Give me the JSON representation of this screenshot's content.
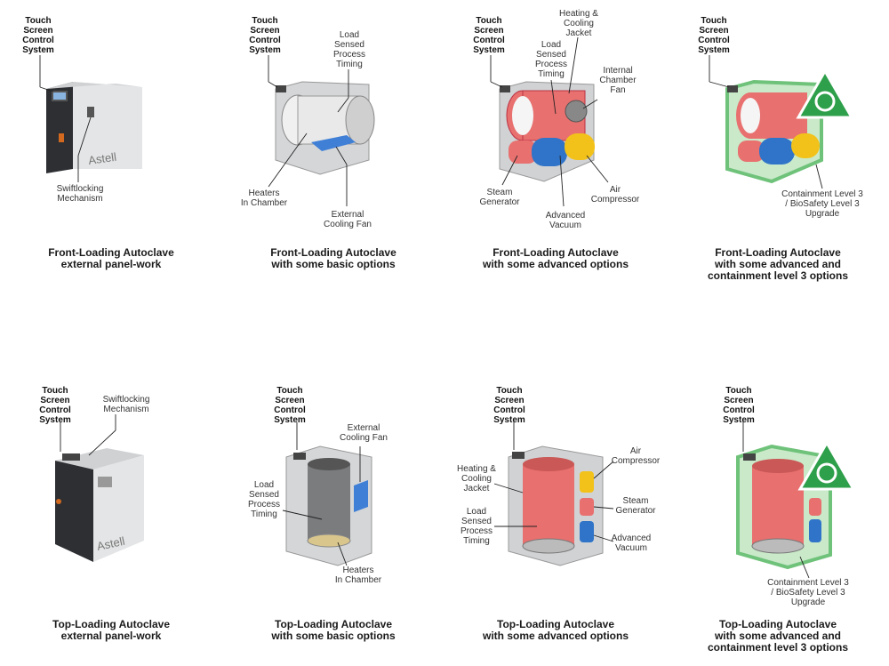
{
  "panels": [
    {
      "caption_line1": "Front-Loading Autoclave",
      "caption_line2": "external panel-work",
      "caption_line3": "",
      "labels": {
        "touch_screen": "Touch\nScreen\nControl\nSystem",
        "swiftlocking": "Swiftlocking\nMechanism"
      },
      "brand": "Astell"
    },
    {
      "caption_line1": "Front-Loading Autoclave",
      "caption_line2": "with some basic options",
      "caption_line3": "",
      "labels": {
        "touch_screen": "Touch\nScreen\nControl\nSystem",
        "load_sensed": "Load\nSensed\nProcess\nTiming",
        "heaters": "Heaters\nIn Chamber",
        "cooling_fan": "External\nCooling Fan"
      }
    },
    {
      "caption_line1": "Front-Loading Autoclave",
      "caption_line2": "with some advanced options",
      "caption_line3": "",
      "labels": {
        "touch_screen": "Touch\nScreen\nControl\nSystem",
        "jacket": "Heating &\nCooling\nJacket",
        "load_sensed": "Load\nSensed\nProcess\nTiming",
        "chamber_fan": "Internal\nChamber\nFan",
        "steam": "Steam\nGenerator",
        "vacuum": "Advanced\nVacuum",
        "air": "Air\nCompressor"
      }
    },
    {
      "caption_line1": "Front-Loading Autoclave",
      "caption_line2": "with some advanced and",
      "caption_line3": "containment level 3 options",
      "labels": {
        "touch_screen": "Touch\nScreen\nControl\nSystem",
        "containment": "Containment Level 3\n/ BioSafety Level 3\nUpgrade"
      }
    },
    {
      "caption_line1": "Top-Loading Autoclave",
      "caption_line2": "external panel-work",
      "caption_line3": "",
      "labels": {
        "touch_screen": "Touch\nScreen\nControl\nSystem",
        "swiftlocking": "Swiftlocking\nMechanism"
      },
      "brand": "Astell"
    },
    {
      "caption_line1": "Top-Loading Autoclave",
      "caption_line2": "with some basic options",
      "caption_line3": "",
      "labels": {
        "touch_screen": "Touch\nScreen\nControl\nSystem",
        "cooling_fan": "External\nCooling Fan",
        "load_sensed": "Load\nSensed\nProcess\nTiming",
        "heaters": "Heaters\nIn Chamber"
      }
    },
    {
      "caption_line1": "Top-Loading Autoclave",
      "caption_line2": "with some advanced options",
      "caption_line3": "",
      "labels": {
        "touch_screen": "Touch\nScreen\nControl\nSystem",
        "jacket": "Heating &\nCooling\nJacket",
        "load_sensed": "Load\nSensed\nProcess\nTiming",
        "air": "Air\nCompressor",
        "steam": "Steam\nGenerator",
        "vacuum": "Advanced\nVacuum"
      }
    },
    {
      "caption_line1": "Top-Loading Autoclave",
      "caption_line2": "with some advanced and",
      "caption_line3": "containment level 3 options",
      "labels": {
        "touch_screen": "Touch\nScreen\nControl\nSystem",
        "containment": "Containment Level 3\n/ BioSafety Level 3\nUpgrade"
      }
    }
  ],
  "colors": {
    "red_chamber": "#e8706f",
    "blue_vacuum": "#2f74c8",
    "yellow_air": "#f2c21a",
    "green_containment": "#6fc27a",
    "grey_body": "#cfd1d3"
  }
}
